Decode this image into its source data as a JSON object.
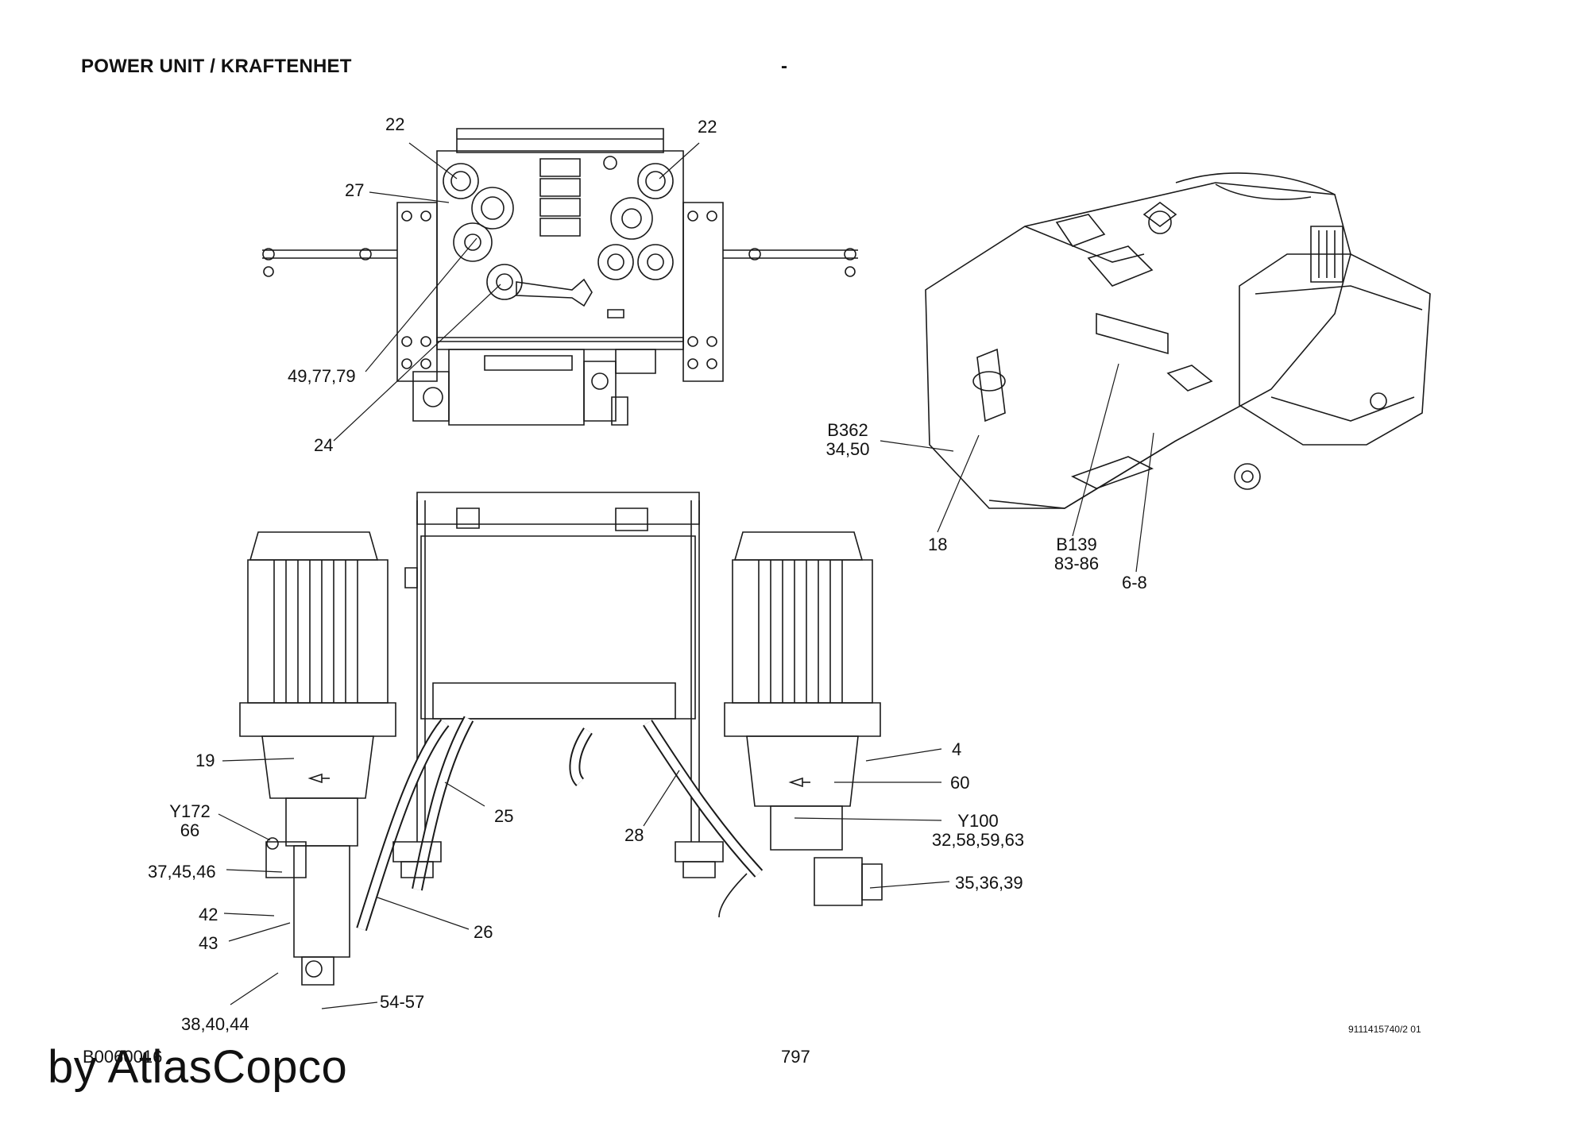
{
  "header": {
    "title": "POWER UNIT / KRAFTENHET",
    "dash": "-"
  },
  "callouts": {
    "top_view": {
      "c22_left": "22",
      "c22_right": "22",
      "c27": "27",
      "c49_77_79": "49,77,79",
      "c24": "24"
    },
    "iso_view": {
      "b362": "B362",
      "b362_items": "34,50",
      "c18": "18",
      "b139": "B139",
      "b139_items": "83-86",
      "c6_8": "6-8"
    },
    "front_view": {
      "c19": "19",
      "y172": "Y172",
      "y172_items": "66",
      "c37_45_46": "37,45,46",
      "c42": "42",
      "c43": "43",
      "c38_40_44": "38,40,44",
      "c54_57": "54-57",
      "c25": "25",
      "c26": "26",
      "c28": "28",
      "c4": "4",
      "c60": "60",
      "y100": "Y100",
      "y100_items": "32,58,59,63",
      "c35_36_39": "35,36,39"
    }
  },
  "footer": {
    "figure_code": "B0060016",
    "page_number": "797",
    "doc_reference": "9111415740/2 01",
    "watermark": "by AtlasCopco"
  }
}
